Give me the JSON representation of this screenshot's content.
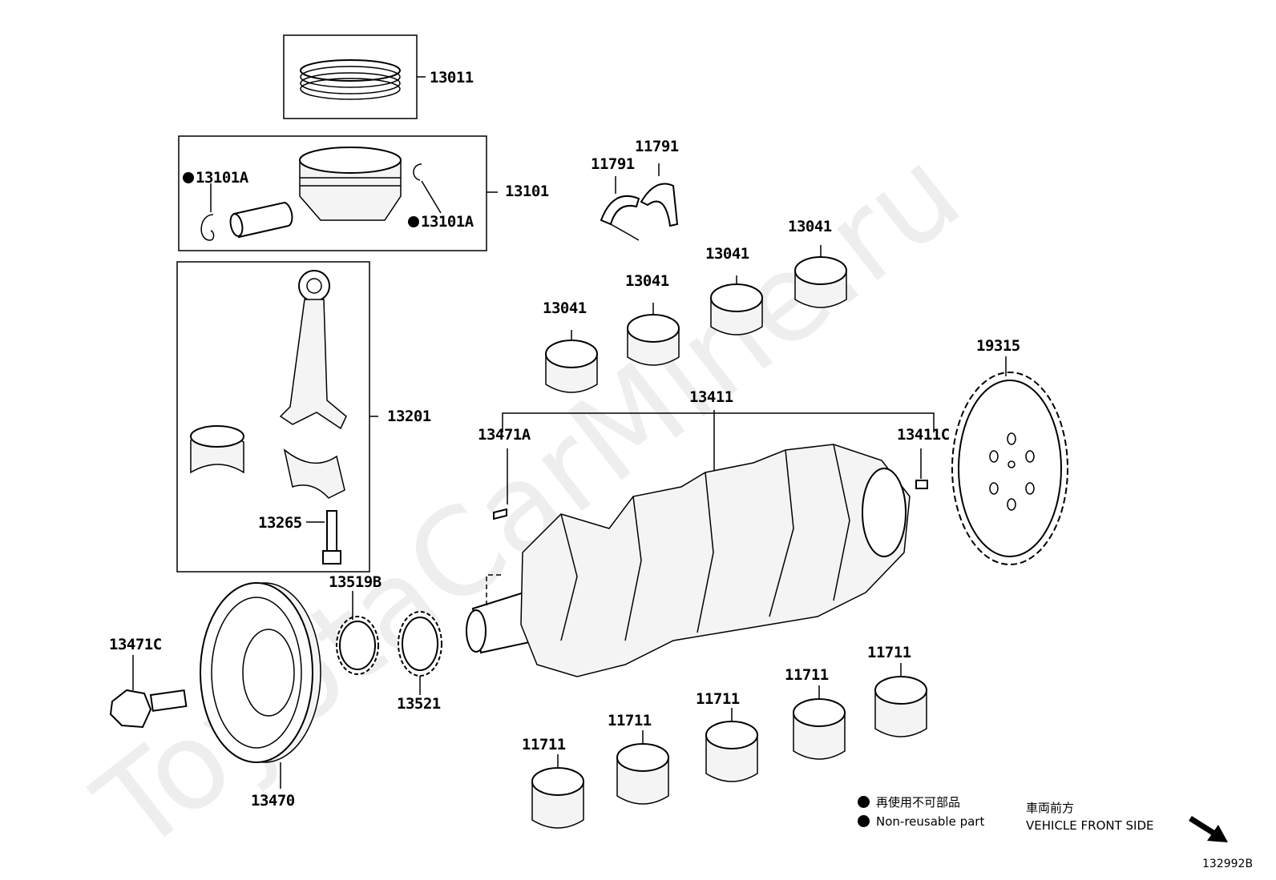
{
  "watermark": "ToyotaCarMine.ru",
  "drawing_code": "132992B",
  "legend": {
    "jp": "再使用不可部品",
    "en": "Non-reusable part"
  },
  "front": {
    "jp": "車両前方",
    "en": "VEHICLE FRONT SIDE"
  },
  "labels": {
    "p13011": "13011",
    "p13101": "13101",
    "p13101a_left": "13101A",
    "p13101a_right": "13101A",
    "p13201": "13201",
    "p13265": "13265",
    "p11791_left": "11791",
    "p11791_right": "11791",
    "p13041_1": "13041",
    "p13041_2": "13041",
    "p13041_3": "13041",
    "p13041_4": "13041",
    "p13411": "13411",
    "p13471a": "13471A",
    "p13411c": "13411C",
    "p19315": "19315",
    "p13519b": "13519B",
    "p13521": "13521",
    "p13471c": "13471C",
    "p13470": "13470",
    "p11711_1": "11711",
    "p11711_2": "11711",
    "p11711_3": "11711",
    "p11711_4": "11711",
    "p11711_5": "11711"
  },
  "non_reusable_marked": [
    "13101A"
  ],
  "icons": {
    "non_reusable_marker": "black-dot",
    "front_direction": "arrow-down-right"
  }
}
